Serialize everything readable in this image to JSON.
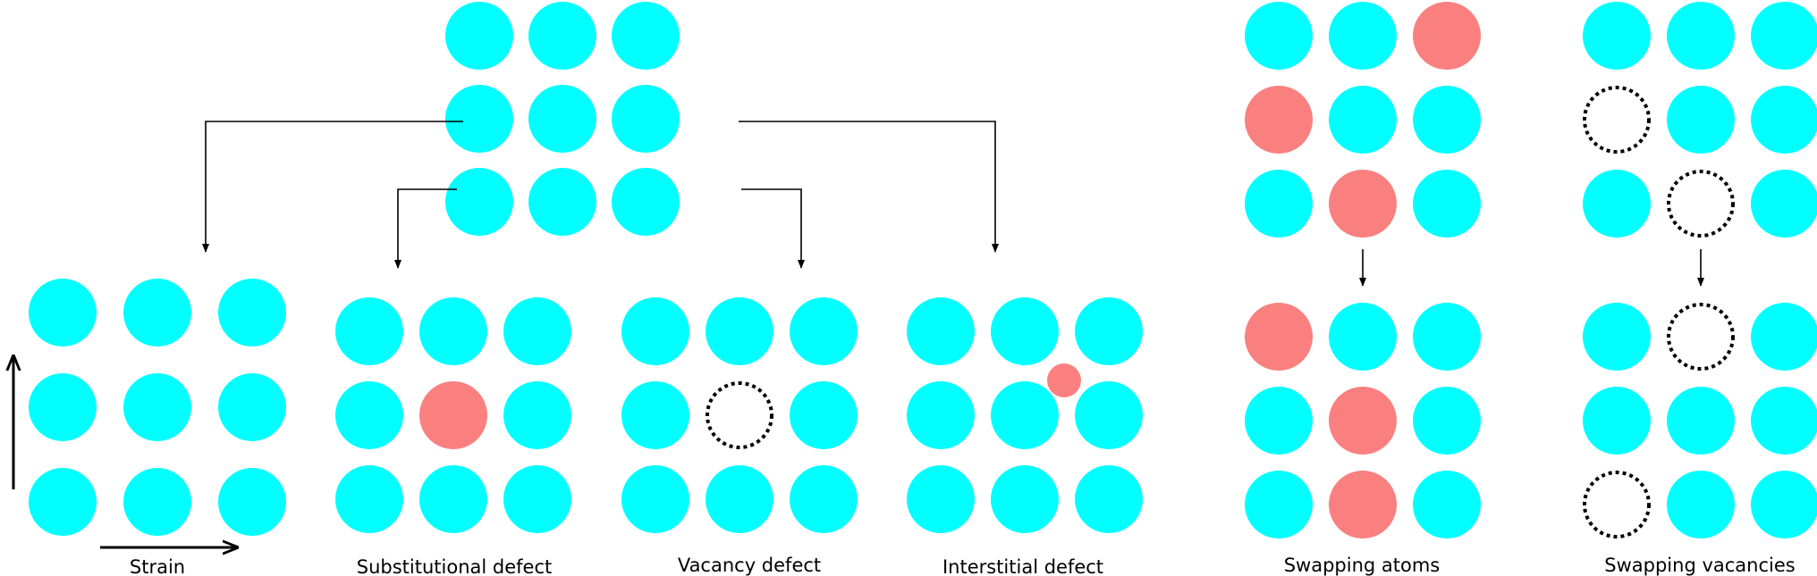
{
  "colors": {
    "atom": "#00ffff",
    "defect_atom": "#fa8080",
    "vacancy_stroke": "#000000",
    "arrow": "#000000"
  },
  "labels": {
    "strain": "Strain",
    "substitutional": "Substitutional defect",
    "vacancy": "Vacancy defect",
    "interstitial": "Interstitial defect",
    "swapping_atoms": "Swapping atoms",
    "swapping_vacancies": "Swapping vacancies"
  },
  "lattices": {
    "reference": [
      "atom",
      "atom",
      "atom",
      "atom",
      "atom",
      "atom",
      "atom",
      "atom",
      "atom"
    ],
    "strain": [
      "atom",
      "atom",
      "atom",
      "atom",
      "atom",
      "atom",
      "atom",
      "atom",
      "atom"
    ],
    "substitutional": [
      "atom",
      "atom",
      "atom",
      "atom",
      "defect",
      "atom",
      "atom",
      "atom",
      "atom"
    ],
    "vacancy": [
      "atom",
      "atom",
      "atom",
      "atom",
      "vacancy",
      "atom",
      "atom",
      "atom",
      "atom"
    ],
    "interstitial": [
      "atom",
      "atom",
      "atom",
      "atom",
      "atom",
      "atom",
      "atom",
      "atom",
      "atom"
    ],
    "swap_atoms_before": [
      "atom",
      "atom",
      "defect",
      "defect",
      "atom",
      "atom",
      "atom",
      "defect",
      "atom"
    ],
    "swap_atoms_after": [
      "defect",
      "atom",
      "atom",
      "atom",
      "defect",
      "atom",
      "atom",
      "defect",
      "atom"
    ],
    "swap_vacancies_before": [
      "atom",
      "atom",
      "atom",
      "vacancy",
      "atom",
      "atom",
      "atom",
      "vacancy",
      "atom"
    ],
    "swap_vacancies_after": [
      "atom",
      "vacancy",
      "atom",
      "atom",
      "atom",
      "atom",
      "vacancy",
      "atom",
      "atom"
    ]
  }
}
